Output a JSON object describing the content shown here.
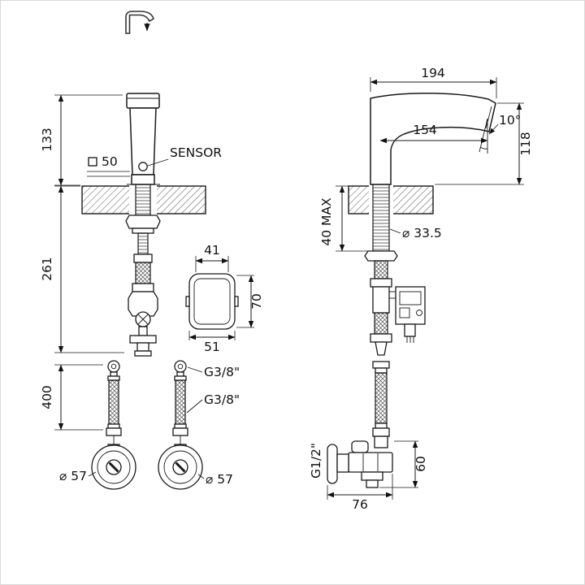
{
  "front_view": {
    "dims": {
      "spout_height": "133",
      "body_below_counter": "261",
      "hose_length": "400",
      "base_square": "50",
      "detail_top_width": "41",
      "detail_height": "70",
      "detail_bottom_width": "51",
      "flange_left_dia": "⌀ 57",
      "flange_right_dia": "⌀ 57"
    },
    "labels": {
      "sensor": "SENSOR",
      "hose_thread_top": "G3/8\"",
      "hose_thread_bottom": "G3/8\""
    }
  },
  "side_view": {
    "dims": {
      "total_projection": "194",
      "spout_reach": "154",
      "outlet_angle": "10°",
      "spout_height": "118",
      "deck_thickness_max": "40 MAX",
      "hole_dia": "⌀ 33.5",
      "valve_height": "60",
      "valve_depth": "76"
    },
    "labels": {
      "valve_thread": "G1/2\""
    }
  }
}
